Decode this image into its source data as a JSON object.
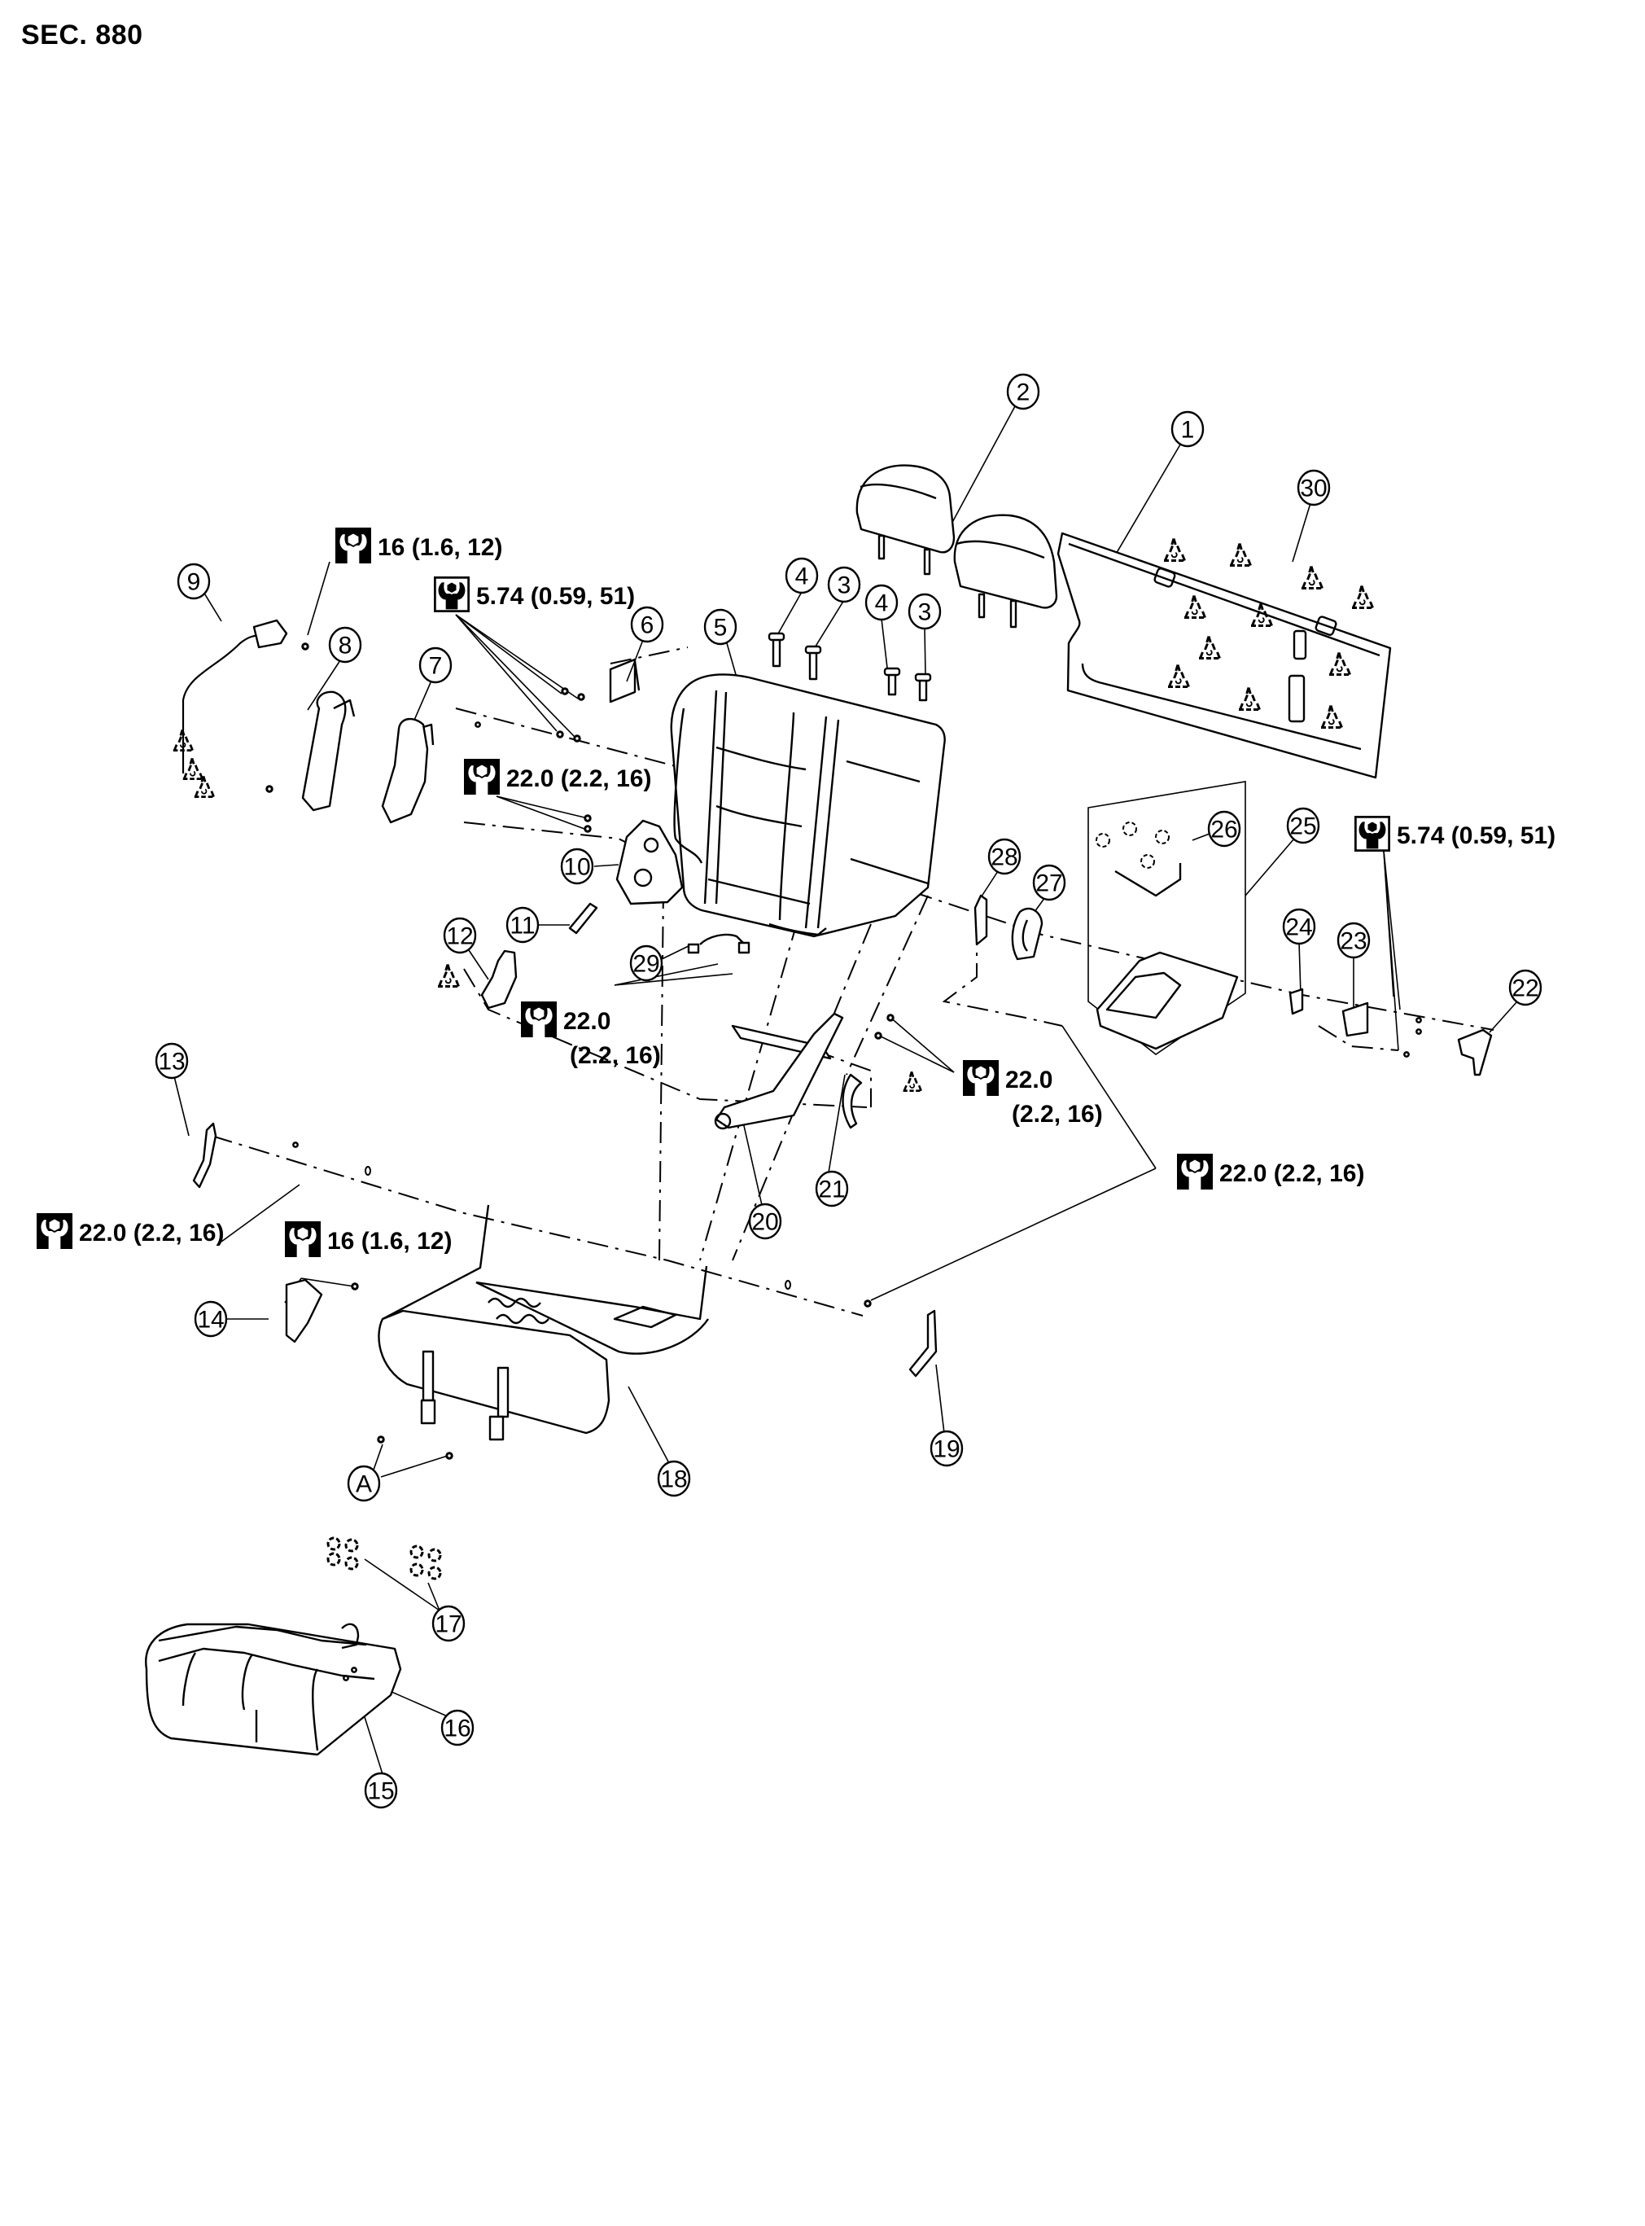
{
  "section_title": "SEC. 880",
  "callouts": [
    {
      "id": "1",
      "label": "1"
    },
    {
      "id": "2",
      "label": "2"
    },
    {
      "id": "3a",
      "label": "3"
    },
    {
      "id": "3b",
      "label": "3"
    },
    {
      "id": "4a",
      "label": "4"
    },
    {
      "id": "4b",
      "label": "4"
    },
    {
      "id": "5",
      "label": "5"
    },
    {
      "id": "6",
      "label": "6"
    },
    {
      "id": "7",
      "label": "7"
    },
    {
      "id": "8",
      "label": "8"
    },
    {
      "id": "9",
      "label": "9"
    },
    {
      "id": "10",
      "label": "10"
    },
    {
      "id": "11",
      "label": "11"
    },
    {
      "id": "12",
      "label": "12"
    },
    {
      "id": "13",
      "label": "13"
    },
    {
      "id": "14",
      "label": "14"
    },
    {
      "id": "15",
      "label": "15"
    },
    {
      "id": "16",
      "label": "16"
    },
    {
      "id": "17",
      "label": "17"
    },
    {
      "id": "18",
      "label": "18"
    },
    {
      "id": "19",
      "label": "19"
    },
    {
      "id": "20",
      "label": "20"
    },
    {
      "id": "21",
      "label": "21"
    },
    {
      "id": "22",
      "label": "22"
    },
    {
      "id": "23",
      "label": "23"
    },
    {
      "id": "24",
      "label": "24"
    },
    {
      "id": "25",
      "label": "25"
    },
    {
      "id": "26",
      "label": "26"
    },
    {
      "id": "27",
      "label": "27"
    },
    {
      "id": "28",
      "label": "28"
    },
    {
      "id": "29",
      "label": "29"
    },
    {
      "id": "30",
      "label": "30"
    },
    {
      "id": "A",
      "label": "A"
    }
  ],
  "torque_specs": [
    {
      "id": "t1",
      "icon": "wrench-icon",
      "line1": "16 (1.6, 12)",
      "line2": ""
    },
    {
      "id": "t2",
      "icon": "wrench-precision-icon",
      "line1": "5.74 (0.59, 51)",
      "line2": ""
    },
    {
      "id": "t3",
      "icon": "wrench-icon",
      "line1": "22.0 (2.2, 16)",
      "line2": ""
    },
    {
      "id": "t4",
      "icon": "wrench-icon",
      "line1": "22.0",
      "line2": "(2.2, 16)"
    },
    {
      "id": "t5",
      "icon": "wrench-icon",
      "line1": "22.0",
      "line2": "(2.2, 16)"
    },
    {
      "id": "t6",
      "icon": "wrench-precision-icon",
      "line1": "5.74 (0.59, 51)",
      "line2": ""
    },
    {
      "id": "t7",
      "icon": "wrench-icon",
      "line1": "22.0 (2.2, 16)",
      "line2": ""
    },
    {
      "id": "t8",
      "icon": "wrench-icon",
      "line1": "22.0 (2.2, 16)",
      "line2": ""
    },
    {
      "id": "t9",
      "icon": "wrench-icon",
      "line1": "16 (1.6, 12)",
      "line2": ""
    }
  ]
}
